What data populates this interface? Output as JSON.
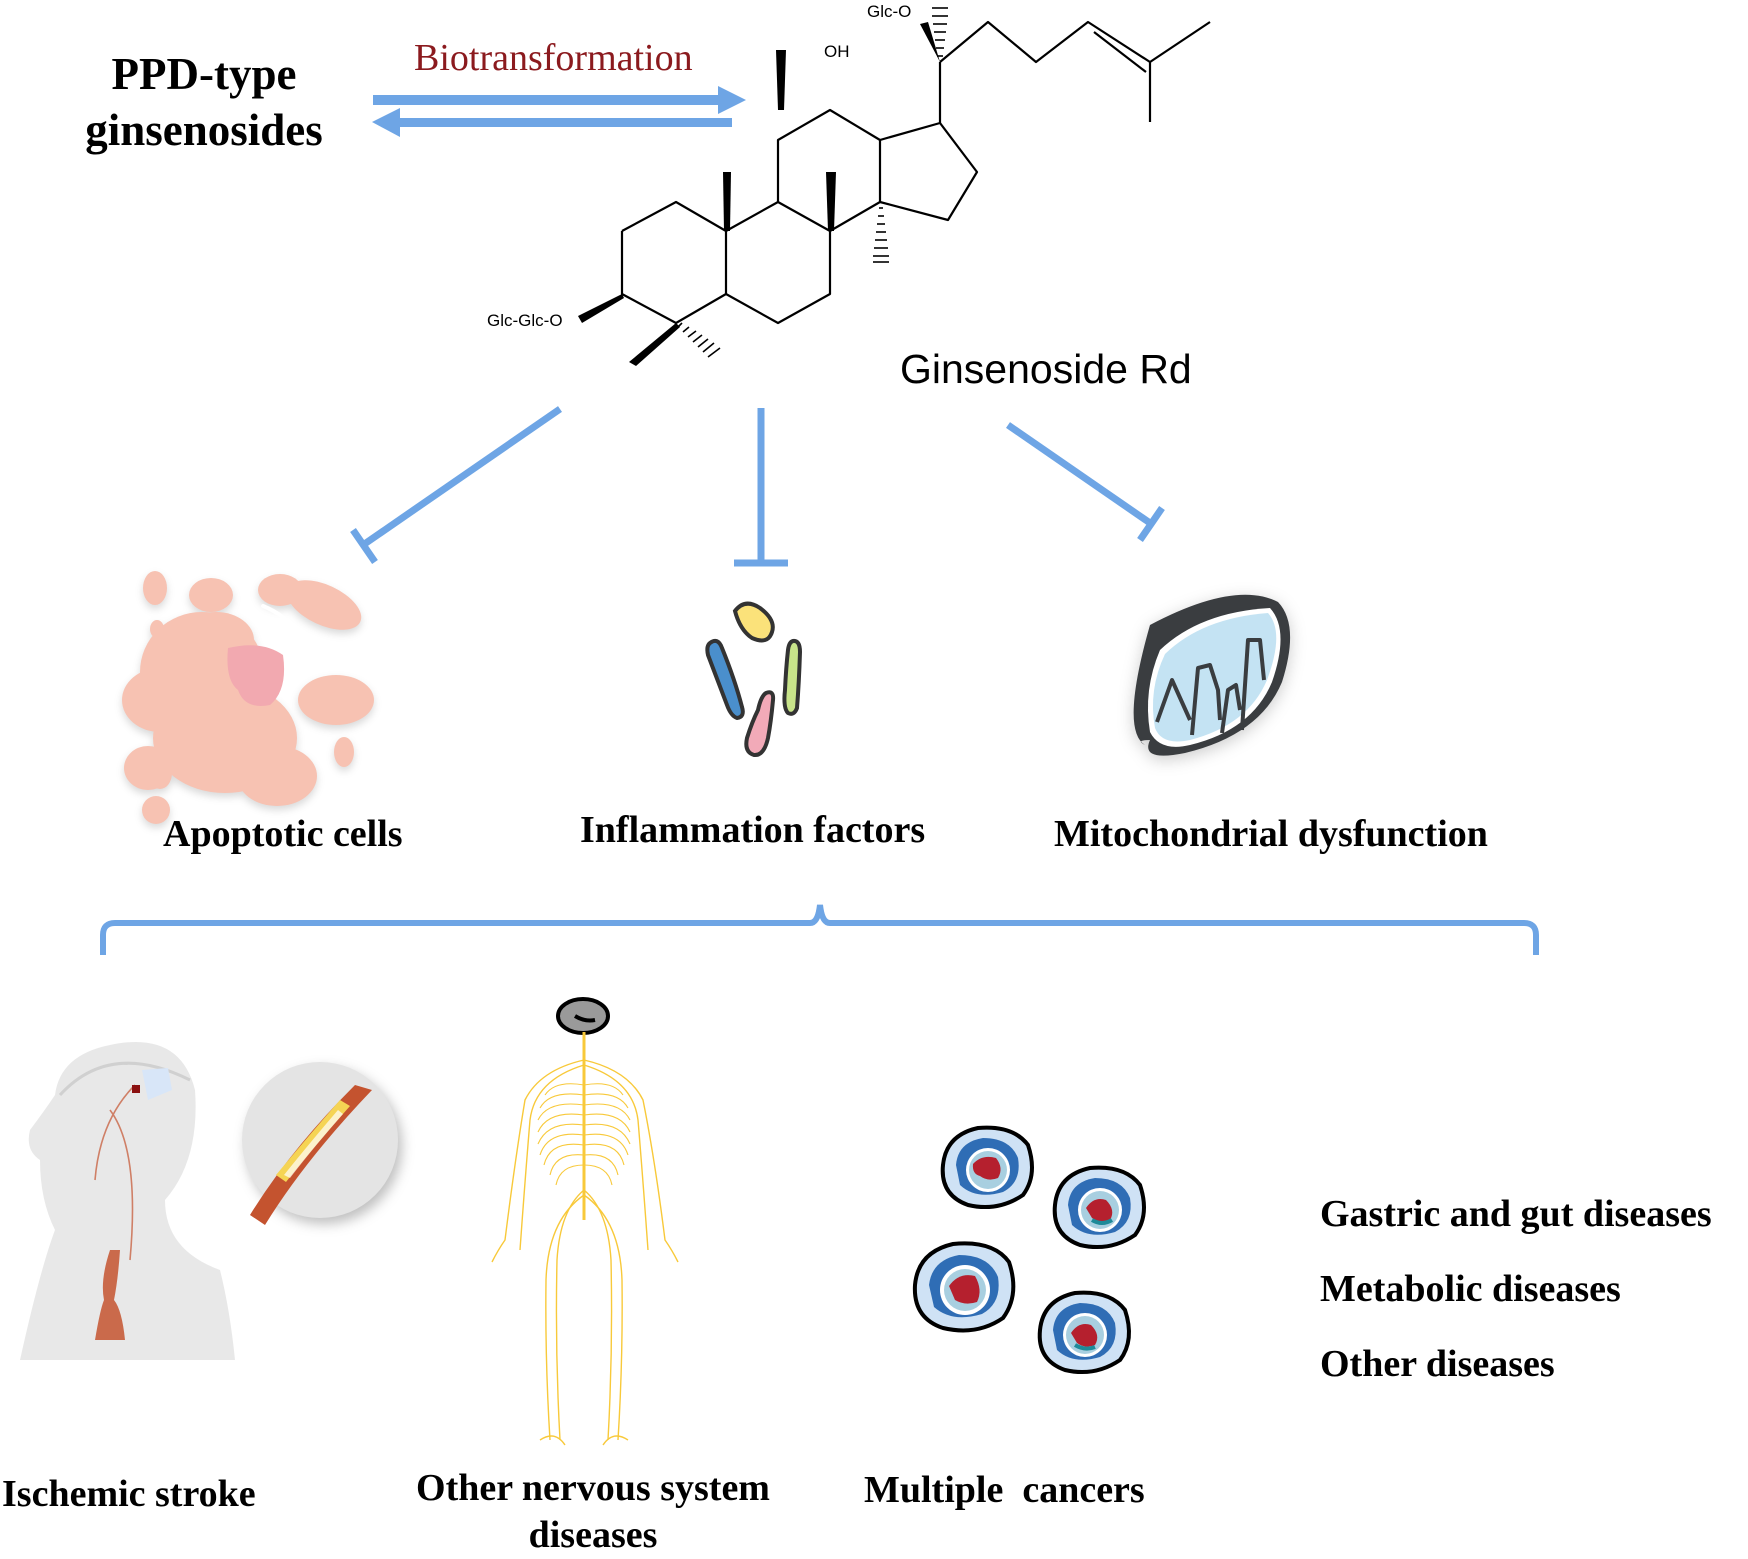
{
  "source": {
    "title_line1": "PPD-type",
    "title_line2": "ginsenosides"
  },
  "biotransformation": {
    "label": "Biotransformation",
    "label_color": "#8b1a1e",
    "arrow_color": "#6ea5e5",
    "directions": [
      "forward",
      "reverse"
    ]
  },
  "compound": {
    "name": "Ginsenoside Rd",
    "substituents": {
      "c3": "Glc-Glc-O",
      "c12": "OH",
      "c20": "Glc-O"
    }
  },
  "inhibition_color": "#6ea5e5",
  "effects": [
    {
      "label": "Apoptotic cells",
      "icon": "apoptotic-cell-icon",
      "relation": "inhibits"
    },
    {
      "label": "Inflammation factors",
      "icon": "inflammation-factors-icon",
      "relation": "inhibits"
    },
    {
      "label": "Mitochondrial dysfunction",
      "icon": "mitochondrion-icon",
      "relation": "inhibits"
    }
  ],
  "diseases": [
    {
      "label": "Ischemic stroke",
      "icon": "head-vessel-icon"
    },
    {
      "label_line1": "Other nervous system",
      "label_line2": "diseases",
      "icon": "nervous-system-icon"
    },
    {
      "label": "Multiple  cancers",
      "icon": "cancer-cells-icon"
    }
  ],
  "other_diseases": [
    "Gastric and gut diseases",
    "Metabolic diseases",
    "Other diseases"
  ],
  "colors": {
    "apoptotic_fill": "#f7c2b2",
    "apoptotic_nucleus": "#f2a9b0",
    "inflam_yellow": "#fbe27a",
    "inflam_blue": "#4a8fcc",
    "inflam_green": "#c8e48a",
    "inflam_pink": "#f2aab8",
    "mito_fill": "#c4e3f3",
    "mito_stroke": "#3a3d40",
    "nerve": "#f8c93a",
    "cancer_outer": "#cfe2f5",
    "cancer_mid": "#2f6db5",
    "cancer_nucleus": "#b5202e",
    "cancer_teal": "#1e8a99",
    "artery": "#c4532f"
  }
}
